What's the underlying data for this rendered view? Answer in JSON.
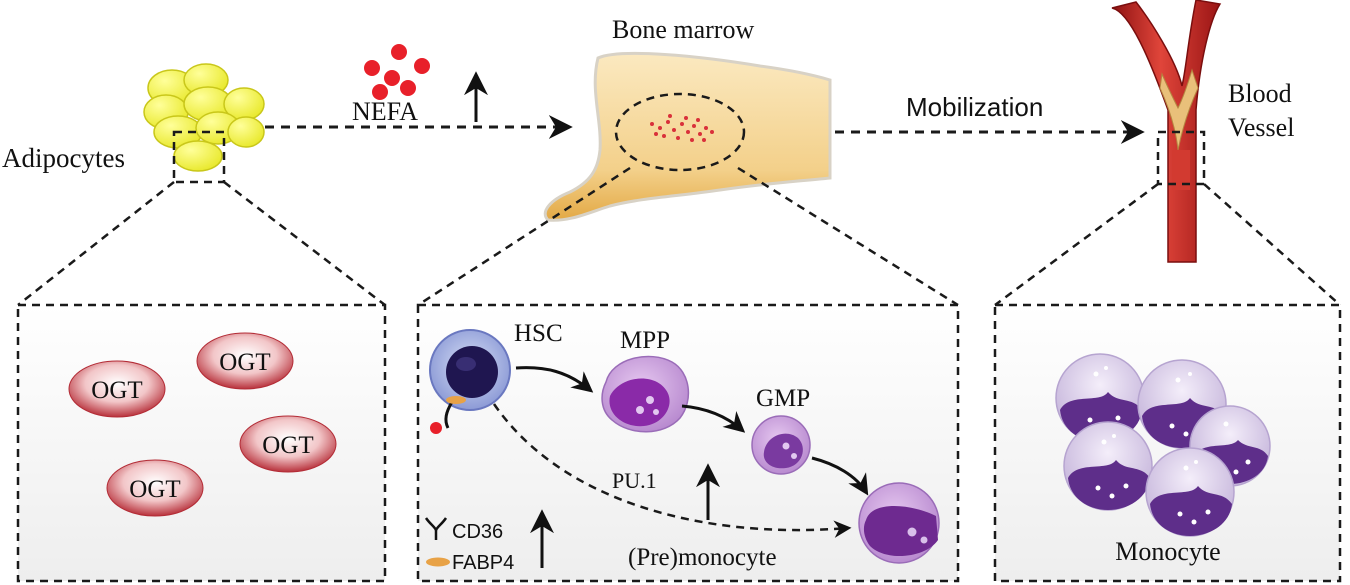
{
  "labels": {
    "adipocytes": "Adipocytes",
    "nefa": "NEFA",
    "bone_marrow": "Bone marrow",
    "mobilization": "Mobilization",
    "blood": "Blood",
    "vessel": "Vessel",
    "hsc": "HSC",
    "mpp": "MPP",
    "gmp": "GMP",
    "pu1": "PU.1",
    "premonocyte": "(Pre)monocyte",
    "cd36": "CD36",
    "fabp4": "FABP4",
    "monocyte": "Monocyte"
  },
  "ogt_items": [
    "OGT",
    "OGT",
    "OGT",
    "OGT"
  ],
  "colors": {
    "adipocyte_fill": "#f0f03c",
    "nefa_dot": "#e8202a",
    "marrow_fill": "#f7dfa6",
    "vessel_red": "#c8201f",
    "ogt_fill": "#c8404a",
    "cell_purple": "#7a3aa0",
    "panel_bg": "#f7f7f7"
  },
  "icons": [
    "up-arrow-icon",
    "receptor-icon",
    "fabp4-icon"
  ]
}
